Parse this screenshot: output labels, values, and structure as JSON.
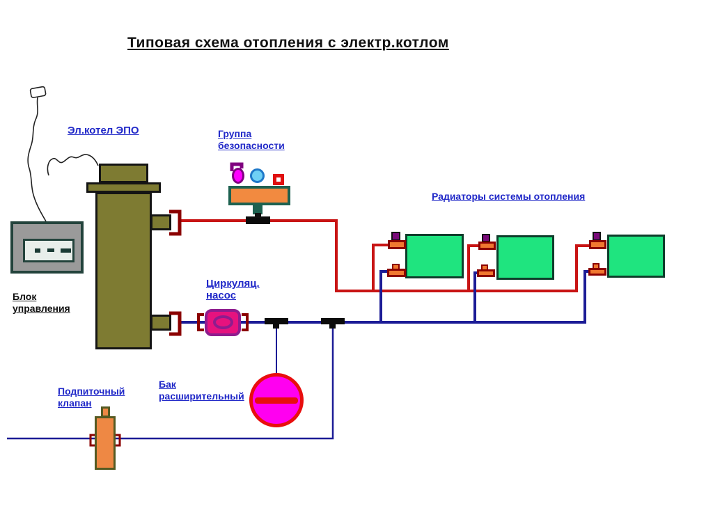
{
  "title": "Типовая схема отопления с электр.котлом",
  "labels": {
    "boiler": "Эл.котел ЭПО",
    "safety_group": "Группа безопасности",
    "radiators": "Радиаторы системы отопления",
    "control_unit": "Блок управления",
    "pump": "Циркуляц. насос",
    "expansion_tank": "Бак расширительный",
    "makeup_valve": "Подпиточный клапан"
  },
  "components": {
    "boiler": "electric-boiler",
    "control_unit": "control-unit-with-power-cord-and-plug",
    "safety_group": "safety-group-manifold-with-valve-gauge-airvent",
    "radiator_count": 3,
    "pump": "circulation-pump",
    "expansion_tank": "expansion-tank",
    "makeup_valve": "makeup-valve"
  },
  "colors": {
    "supply_pipe": "#c81414",
    "return_pipe": "#1c1c96",
    "boiler_body": "#7e7b32",
    "radiator_fill": "#1fe47f",
    "valve_orange": "#f07830",
    "pump_pink": "#e6127e",
    "tank_magenta": "#ff00f0",
    "label_blue": "#2028c8",
    "manifold_orange": "#f28a40",
    "bracket_dark_red": "#8b0000"
  }
}
